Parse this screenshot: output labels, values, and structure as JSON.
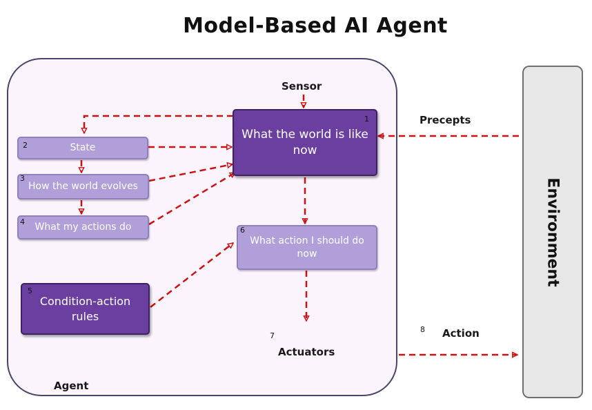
{
  "title": "Model-Based AI Agent",
  "agent_label": "Agent",
  "environment_label": "Environment",
  "labels": {
    "sensor": "Sensor",
    "precepts": "Precepts",
    "action": "Action",
    "actuators": "Actuators"
  },
  "nodes": {
    "world_now": {
      "num": "1",
      "text": "What the world is like now"
    },
    "state": {
      "num": "2",
      "text": "State"
    },
    "world_evolves": {
      "num": "3",
      "text": "How the world evolves"
    },
    "actions_do": {
      "num": "4",
      "text": "What my actions do"
    },
    "rules": {
      "num": "5",
      "text": "Condition-action rules"
    },
    "what_action": {
      "num": "6",
      "text": "What action I should do now"
    },
    "actuators_num": "7",
    "action_num": "8"
  },
  "colors": {
    "arrow": "#cc1111",
    "dark_node": "#6b3fa0",
    "light_node": "#b19fda",
    "agent_bg": "#fbf4fd",
    "environment_bg": "#e7e7e7"
  }
}
